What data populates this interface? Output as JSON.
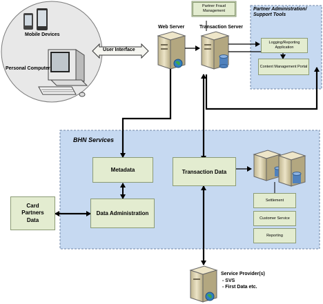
{
  "client": {
    "mobile_label": "Mobile Devices",
    "pc_label": "Personal Computer"
  },
  "user_interface": "User Interface",
  "web_server": "Web Server",
  "transaction_server": "Transaction Server",
  "partner_fraud": "Partner Fraud Management",
  "partner_admin": {
    "title": "Partner Administration/ Support Tools",
    "logging": "Logging/Reporting Application",
    "cms": "Content Management Portal"
  },
  "bhn": {
    "title": "BHN Services",
    "metadata": "Metadata",
    "transaction_data": "Transaction Data",
    "data_admin": "Data Administration",
    "settlement": "Settlement",
    "customer_service": "Customer Service",
    "reporting": "Reporting"
  },
  "card_partners": "Card Partners Data",
  "service_provider": {
    "title": "Service Provider(s)",
    "items": [
      "SVS",
      "First Data etc."
    ]
  },
  "colors": {
    "panel": "#c6d9f1",
    "panel_border": "#6f86a8",
    "box_fill": "#e3ecd0",
    "circle_fill": "#e8e8e8",
    "server_body": "#ddd5b8"
  }
}
